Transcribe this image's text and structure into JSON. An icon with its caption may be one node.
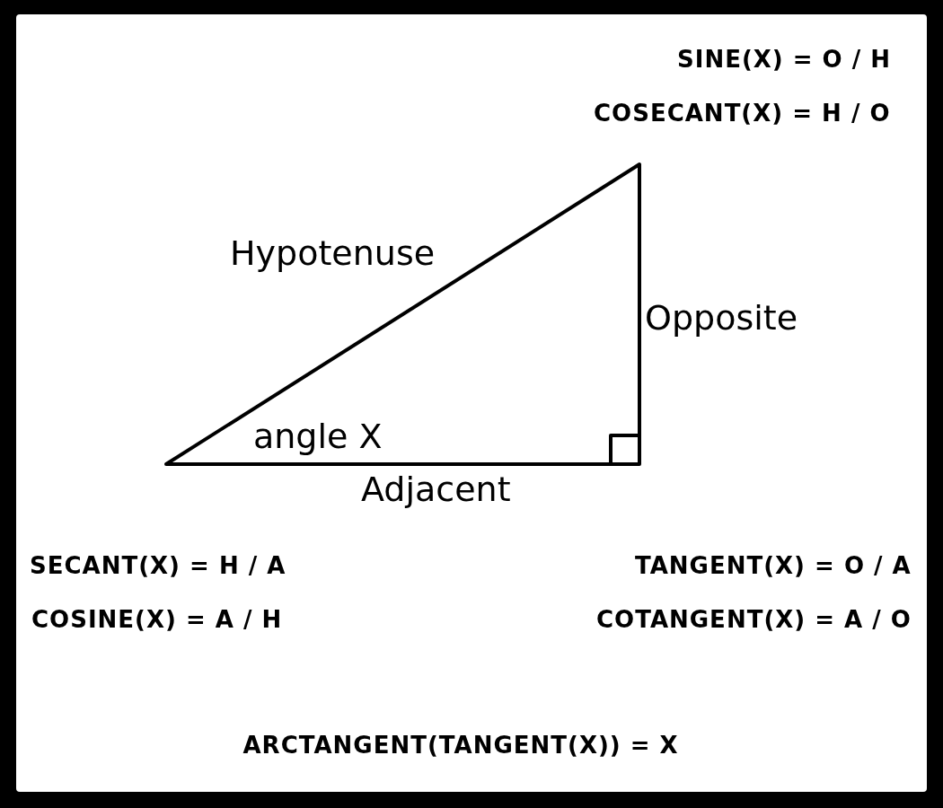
{
  "diagram": {
    "labels": [
      "SINE(X) = O / H",
      "COSECANT(X) = H / O",
      "Hypotenuse",
      "Opposite",
      "angle X",
      "Adjacent",
      "SECANT(X) = H / A",
      "TANGENT(X) = O / A",
      "COSINE(X) = A / H",
      "COTANGENT(X) = A / O",
      "ARCTANGENT(TANGENT(X)) = X"
    ]
  }
}
